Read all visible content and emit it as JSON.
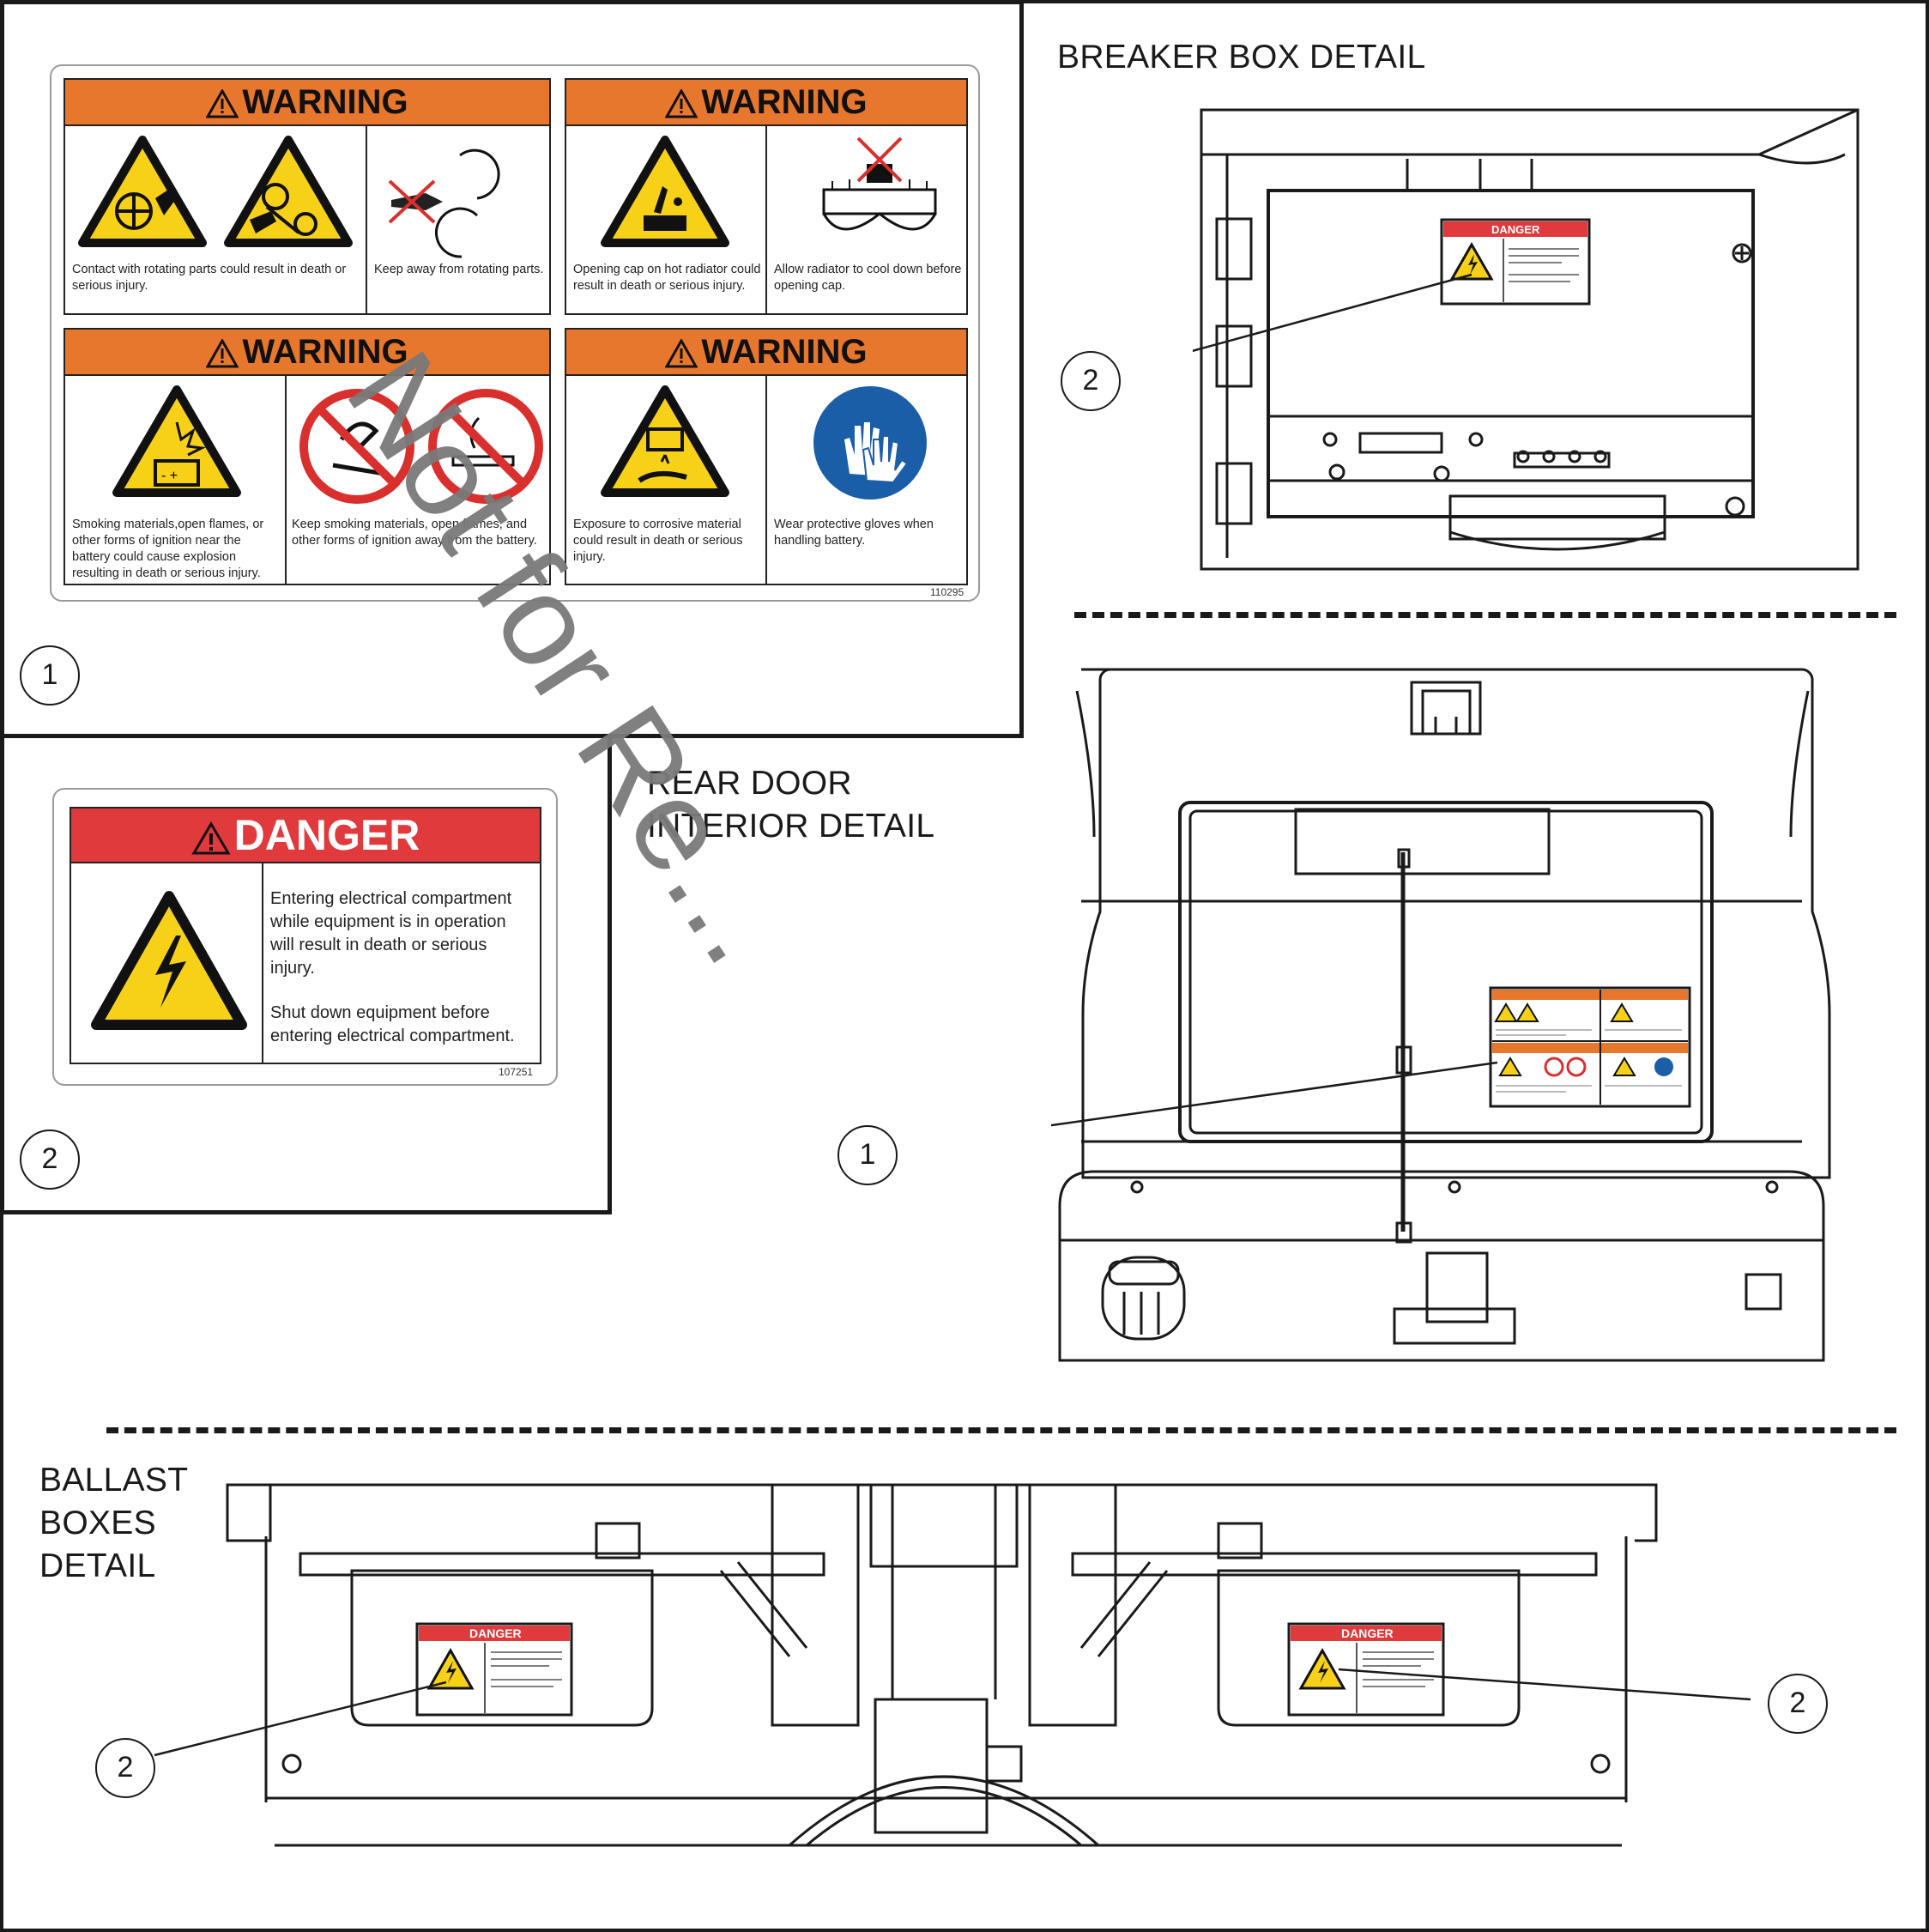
{
  "views": {
    "breaker_box": "BREAKER BOX DETAIL",
    "rear_door_line1": "REAR DOOR",
    "rear_door_line2": "INTERIOR DETAIL",
    "ballast_line1": "BALLAST",
    "ballast_line2": "BOXES",
    "ballast_line3": "DETAIL"
  },
  "decal_1": {
    "callout": "1",
    "part_number": "110295",
    "header": "WARNING",
    "panels": [
      {
        "left_text": "Contact with rotating parts could result in death or serious injury.",
        "right_text": "Keep away from rotating parts."
      },
      {
        "left_text": "Opening cap on hot radiator could result in death or serious injury.",
        "right_text": "Allow radiator to cool down before opening cap."
      },
      {
        "left_text": "Smoking materials,open flames, or other forms of ignition near the battery could cause explosion resulting in death or serious injury.",
        "right_text": "Keep smoking materials, open flames, and other forms of ignition away from the battery."
      },
      {
        "left_text": "Exposure to corrosive material could result in death or serious injury.",
        "right_text": "Wear protective gloves when handling battery."
      }
    ]
  },
  "decal_2": {
    "callout": "2",
    "part_number": "107251",
    "header": "DANGER",
    "text_1": "Entering electrical compartment while equipment is in operation will result in death or serious injury.",
    "text_2": "Shut down equipment before entering electrical compartment."
  },
  "callouts": {
    "breaker": "2",
    "rear_door": "1",
    "ballast_left": "2",
    "ballast_right": "2"
  },
  "mini_labels": {
    "danger": "DANGER"
  },
  "watermark": "Not for Re...",
  "colors": {
    "warning_orange": "#e8772e",
    "danger_red": "#e03a3c",
    "hazard_yellow": "#f7d117",
    "prohibition_red": "#d9302e",
    "mandatory_blue": "#1b5ea8"
  }
}
